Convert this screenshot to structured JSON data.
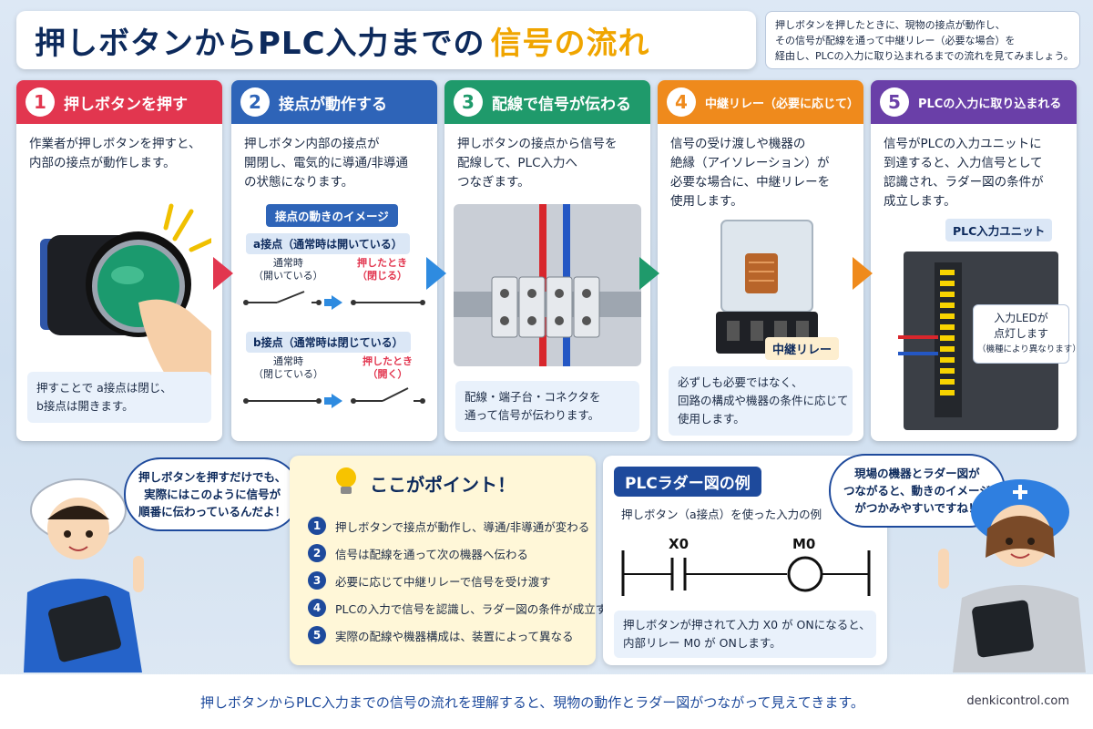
{
  "header": {
    "title_main": "押しボタンからPLC入力までの",
    "title_highlight": "信号の流れ",
    "intro_lines": [
      "押しボタンを押したときに、現物の接点が動作し、",
      "その信号が配線を通って中継リレー（必要な場合）を",
      "経由し、PLCの入力に取り込まれるまでの流れを見てみましょう。"
    ]
  },
  "steps": [
    {
      "num": "1",
      "title": "押しボタンを押す",
      "color": "#e2364f",
      "desc": [
        "作業者が押しボタンを押すと、",
        "内部の接点が動作します。"
      ],
      "note": [
        "押すことで a接点は閉じ、",
        "b接点は開きます。"
      ]
    },
    {
      "num": "2",
      "title": "接点が動作する",
      "color": "#2e64b8",
      "desc": [
        "押しボタン内部の接点が",
        "開閉し、電気的に導通/非導通",
        "の状態になります。"
      ],
      "panel_title": "接点の動きのイメージ",
      "a_label": "a接点（通常時は開いている）",
      "a_normal": [
        "通常時",
        "（開いている）"
      ],
      "a_pressed": [
        "押したとき",
        "（閉じる）"
      ],
      "b_label": "b接点（通常時は閉じている）",
      "b_normal": [
        "通常時",
        "（閉じている）"
      ],
      "b_pressed": [
        "押したとき",
        "（開く）"
      ]
    },
    {
      "num": "3",
      "title": "配線で信号が伝わる",
      "color": "#1f9a6b",
      "desc": [
        "押しボタンの接点から信号を",
        "配線して、PLC入力へ",
        "つなぎます。"
      ],
      "note": [
        "配線・端子台・コネクタを",
        "通って信号が伝わります。"
      ]
    },
    {
      "num": "4",
      "title": "中継リレー（必要に応じて）",
      "color": "#ef8a1c",
      "desc": [
        "信号の受け渡しや機器の",
        "絶縁（アイソレーション）が",
        "必要な場合に、中継リレーを",
        "使用します。"
      ],
      "relay_label": "中継リレー",
      "note": [
        "必ずしも必要ではなく、",
        "回路の構成や機器の条件に応じて",
        "使用します。"
      ]
    },
    {
      "num": "5",
      "title": "PLCの入力に取り込まれる",
      "color": "#6a3fa8",
      "desc": [
        "信号がPLCの入力ユニットに",
        "到達すると、入力信号として",
        "認識され、ラダー図の条件が",
        "成立します。"
      ],
      "unit_label": "PLC入力ユニット",
      "led_note": [
        "入力LEDが",
        "点灯します",
        "（機種により異なります）"
      ]
    }
  ],
  "points": {
    "title": "ここがポイント！",
    "items": [
      "押しボタンで接点が動作し、導通/非導通が変わる",
      "信号は配線を通って次の機器へ伝わる",
      "必要に応じて中継リレーで信号を受け渡す",
      "PLCの入力で信号を認識し、ラダー図の条件が成立する",
      "実際の配線や機器構成は、装置によって異なる"
    ]
  },
  "ladder": {
    "title": "PLCラダー図の例",
    "subtitle": "押しボタン（a接点）を使った入力の例",
    "contact": "X0",
    "coil": "M0",
    "note": [
      "押しボタンが押されて入力 X0 が ONになると、",
      "内部リレー M0 が ONします。"
    ]
  },
  "speech_left": [
    "押しボタンを押すだけでも、",
    "実際にはこのように信号が",
    "順番に伝わっているんだよ！"
  ],
  "speech_right": [
    "現場の機器とラダー図が",
    "つながると、動きのイメージ",
    "がつかみやすいですね！"
  ],
  "footer": {
    "text": "押しボタンからPLC入力までの信号の流れを理解すると、現物の動作とラダー図がつながって見えてきます。",
    "site": "denkicontrol.com"
  }
}
